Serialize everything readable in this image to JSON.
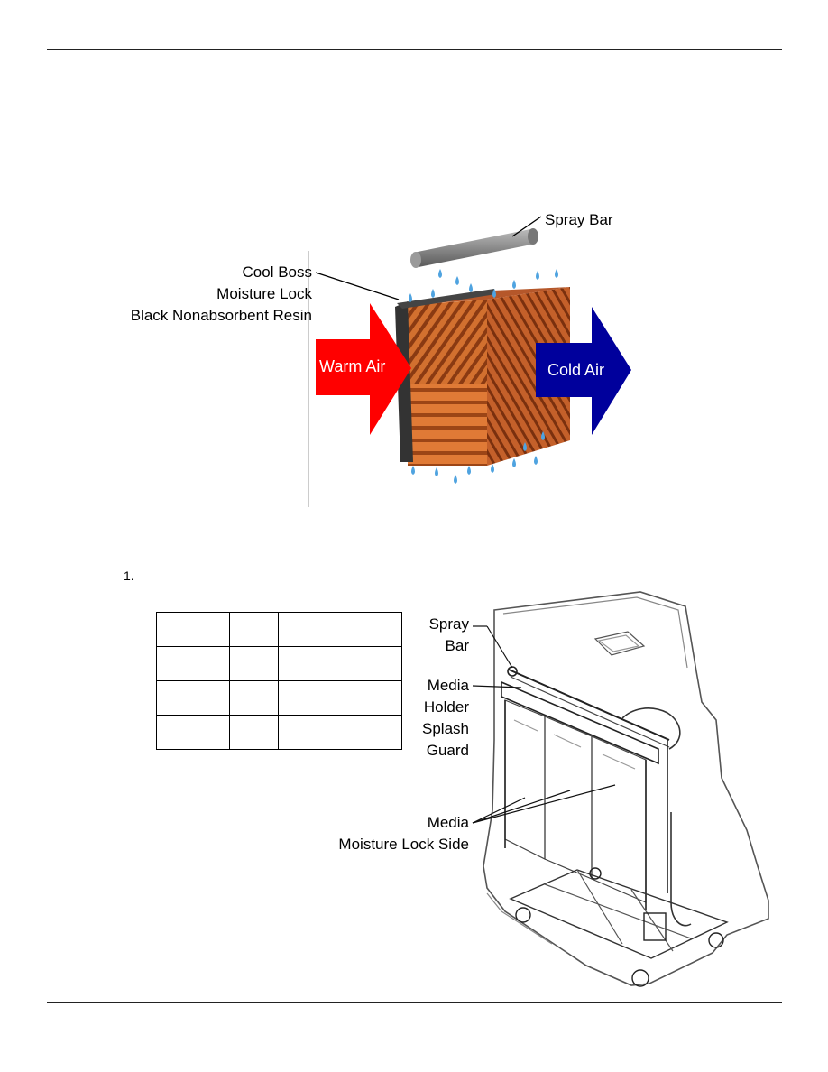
{
  "figure1": {
    "spray_bar_label": "Spray Bar",
    "moisture_lock_label": [
      "Cool Boss",
      "Moisture Lock",
      "Black Nonabsorbent Resin"
    ],
    "warm_air_label": "Warm Air",
    "cold_air_label": "Cold Air",
    "colors": {
      "warm_arrow": "#ff0000",
      "cold_arrow": "#00009c",
      "media": "#c8612a",
      "water_drop": "#4fa3e0",
      "resin": "#222222"
    }
  },
  "step": {
    "number": "1."
  },
  "table": {
    "rows": [
      [
        "",
        "",
        ""
      ],
      [
        "",
        "",
        ""
      ],
      [
        "",
        "",
        ""
      ],
      [
        "",
        "",
        ""
      ]
    ]
  },
  "figure2": {
    "spray_bar_label": [
      "Spray",
      "Bar"
    ],
    "media_holder_label": [
      "Media",
      "Holder",
      "Splash",
      "Guard"
    ],
    "media_label": [
      "Media",
      "Moisture Lock Side"
    ]
  }
}
